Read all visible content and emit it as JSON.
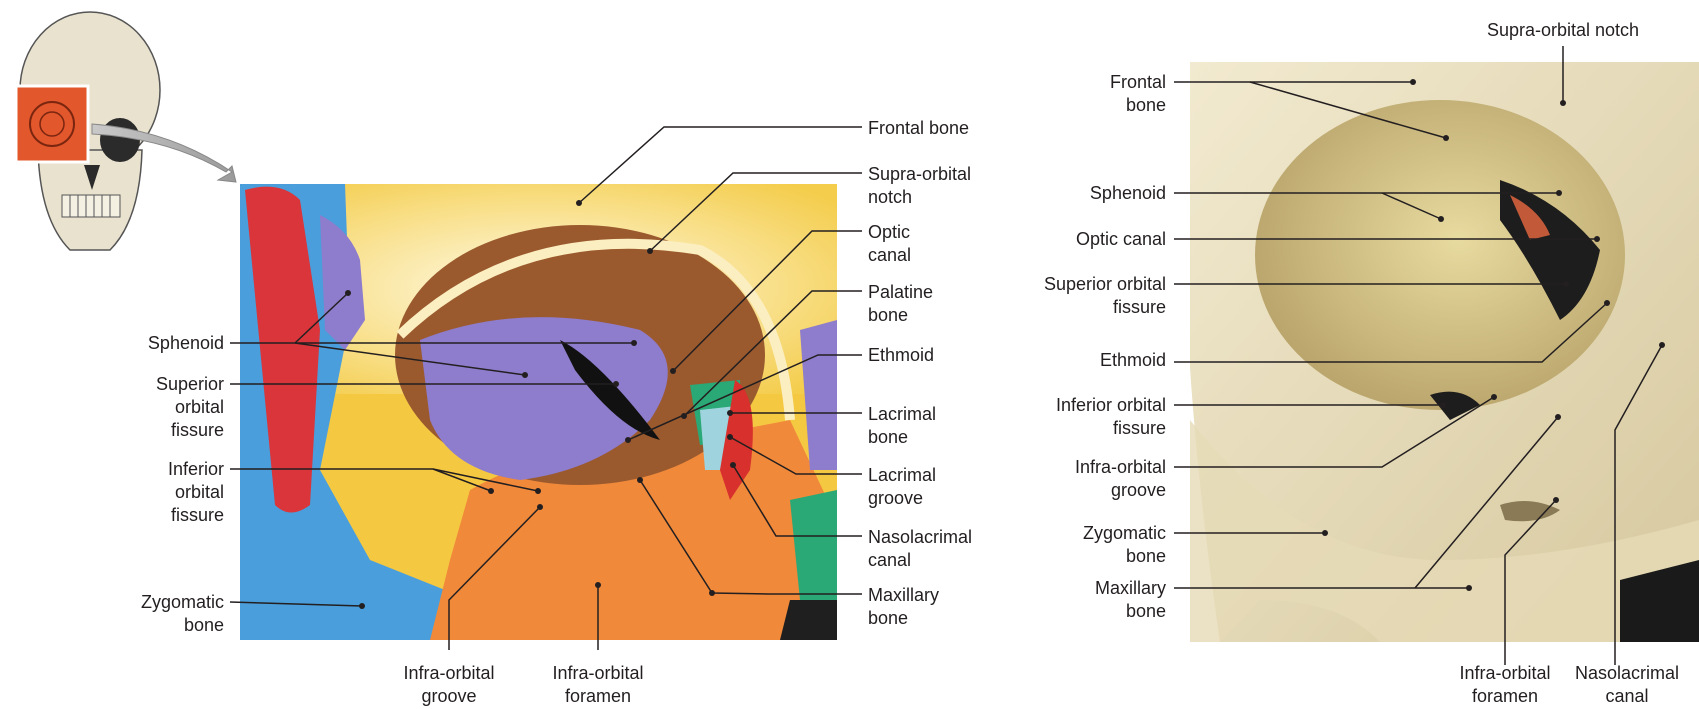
{
  "left_panel": {
    "labels": {
      "frontal_bone": [
        "Frontal bone"
      ],
      "supraorbital_notch": [
        "Supra-orbital",
        "notch"
      ],
      "optic_canal": [
        "Optic",
        "canal"
      ],
      "palatine_bone": [
        "Palatine",
        "bone"
      ],
      "ethmoid": [
        "Ethmoid"
      ],
      "lacrimal_bone": [
        "Lacrimal",
        "bone"
      ],
      "lacrimal_groove": [
        "Lacrimal",
        "groove"
      ],
      "nasolacrimal_canal": [
        "Nasolacrimal",
        "canal"
      ],
      "maxillary_bone": [
        "Maxillary",
        "bone"
      ],
      "sphenoid": [
        "Sphenoid"
      ],
      "superior_orbital_fissure": [
        "Superior",
        "orbital",
        "fissure"
      ],
      "inferior_orbital_fissure": [
        "Inferior",
        "orbital",
        "fissure"
      ],
      "zygomatic_bone": [
        "Zygomatic",
        "bone"
      ],
      "infraorbital_groove": [
        "Infra-orbital",
        "groove"
      ],
      "infraorbital_foramen": [
        "Infra-orbital",
        "foramen"
      ]
    }
  },
  "right_panel": {
    "labels": {
      "supraorbital_notch": [
        "Supra-orbital notch"
      ],
      "frontal_bone": [
        "Frontal",
        "bone"
      ],
      "sphenoid": [
        "Sphenoid"
      ],
      "optic_canal": [
        "Optic canal"
      ],
      "superior_orbital_fissure": [
        "Superior orbital",
        "fissure"
      ],
      "ethmoid": [
        "Ethmoid"
      ],
      "inferior_orbital_fissure": [
        "Inferior orbital",
        "fissure"
      ],
      "infraorbital_groove": [
        "Infra-orbital",
        "groove"
      ],
      "zygomatic_bone": [
        "Zygomatic",
        "bone"
      ],
      "maxillary_bone": [
        "Maxillary",
        "bone"
      ],
      "infraorbital_foramen": [
        "Infra-orbital",
        "foramen"
      ],
      "nasolacrimal_canal": [
        "Nasolacrimal",
        "canal"
      ]
    }
  },
  "colors": {
    "frontal": "#f6d25a",
    "sphenoid": "#8e7ccc",
    "zygomatic": "#3f97d6",
    "maxillary": "#ef8a3a",
    "lacrimal": "#d8302c",
    "ethmoid": "#2aa876",
    "palatine": "#8fc9d6",
    "bone_photo": "#e9dfbf",
    "skull_sketch": "#e8e1cc"
  }
}
